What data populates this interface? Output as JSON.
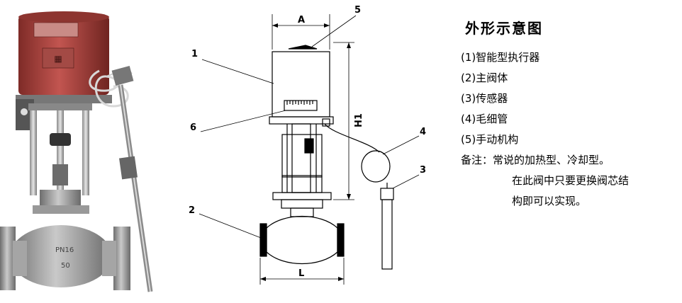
{
  "legend": {
    "title": "外形示意图",
    "items": [
      "(1)智能型执行器",
      "(2)主阀体",
      "(3)传感器",
      "(4)毛细管",
      "(5)手动机构"
    ],
    "note_label": "备注：常说的加热型、冷却型。",
    "note_lines": [
      "在此阀中只要更换阀芯结",
      "构即可以实现。"
    ]
  },
  "drawing": {
    "callouts": [
      "1",
      "2",
      "3",
      "4",
      "5",
      "6"
    ],
    "dim_A": "A",
    "dim_L": "L",
    "dim_H1": "H1"
  },
  "photo": {
    "valve_marking_1": "PN16",
    "valve_marking_2": "50"
  },
  "colors": {
    "actuator_red": "#b5443f",
    "body_grey": "#9a9a9a",
    "line": "#000000"
  }
}
